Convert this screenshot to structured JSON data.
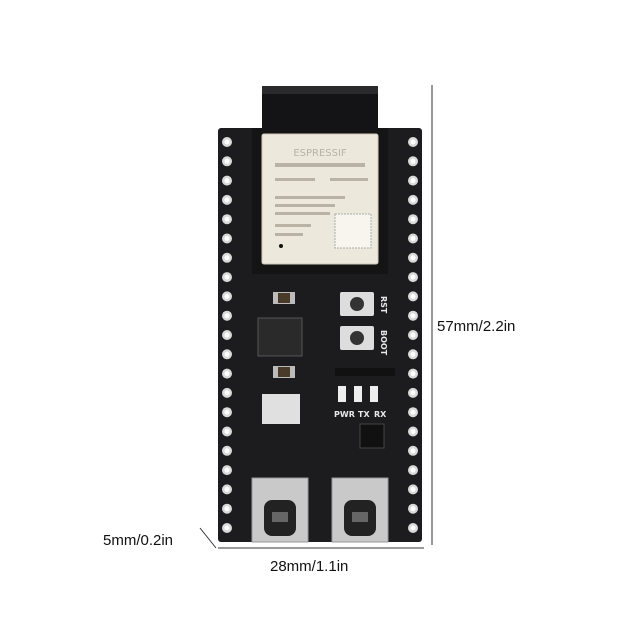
{
  "dimensions": {
    "length": "57mm/2.2in",
    "width": "28mm/1.1in",
    "thickness": "5mm/0.2in"
  },
  "board": {
    "module_brand": "ESPRESSIF",
    "silkscreen": {
      "reset": "RST",
      "boot": "BOOT",
      "power_led": "PWR",
      "tx_led": "TX",
      "rx_led": "RX"
    },
    "colors": {
      "pcb": "#1c1c1e",
      "shield": "#ece8dc",
      "pads": "#d9d9d9"
    }
  }
}
